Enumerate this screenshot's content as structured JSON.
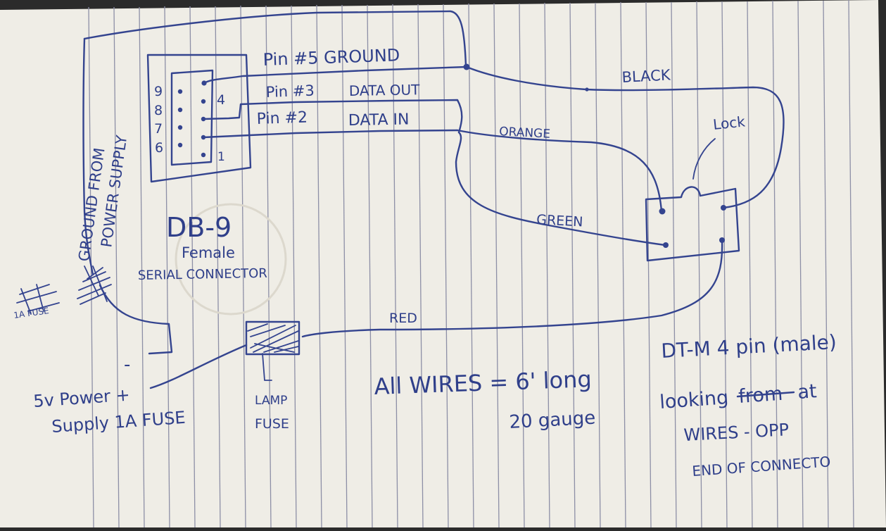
{
  "connector_db9": {
    "title": "DB-9",
    "subtitle": "Female",
    "caption": "SERIAL CONNECTOR",
    "pin_numbers": [
      "9",
      "8",
      "7",
      "6",
      "4",
      "1"
    ]
  },
  "wire_labels": {
    "pin5": "Pin #5 GROUND",
    "pin3": "Pin #3",
    "data_out": "DATA OUT",
    "pin2": "Pin #2",
    "data_in": "DATA IN",
    "black": "BLACK",
    "orange": "ORANGE",
    "green": "GREEN",
    "red": "RED",
    "lock": "Lock",
    "ground_line1": "GROUND FROM",
    "ground_line2": "POWER SUPPLY"
  },
  "fuse": {
    "scribble_left": "1A FUSE",
    "lamp_line1": "LAMP",
    "lamp_line2": "FUSE"
  },
  "power_supply": {
    "line1": "5v Power +",
    "line2": "Supply 1A FUSE",
    "minus": "-"
  },
  "notes": {
    "wires_line1": "All WIRES = 6' long",
    "wires_line2": "20 gauge"
  },
  "connector_dtm": {
    "line1": "DT-M 4 pin (male)",
    "line2_a": "looking",
    "line2_strike": "from",
    "line2_b": "at",
    "line3": "WIRES - OPP",
    "line4": "END OF CONNECTO"
  },
  "colors": {
    "ink": "#34448f",
    "paper": "#efede6",
    "rule_lines": "#8d8fa6"
  }
}
